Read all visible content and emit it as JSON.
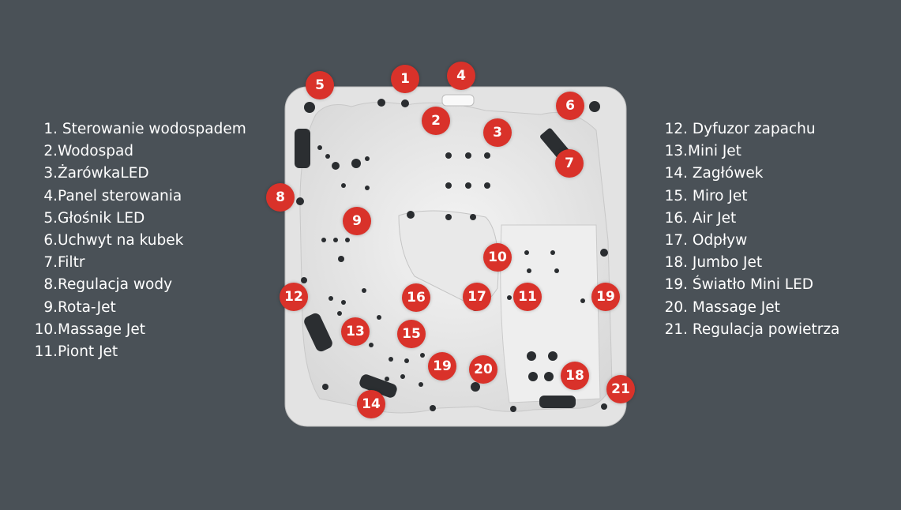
{
  "legend_left": [
    {
      "num": "1.",
      "label": " Sterowanie wodospadem"
    },
    {
      "num": "2.",
      "label": "Wodospad"
    },
    {
      "num": "3.",
      "label": "ŻarówkaLED"
    },
    {
      "num": "4.",
      "label": "Panel sterowania"
    },
    {
      "num": "5.",
      "label": "Głośnik LED"
    },
    {
      "num": "6.",
      "label": "Uchwyt na kubek"
    },
    {
      "num": "7.",
      "label": "Filtr"
    },
    {
      "num": "8.",
      "label": "Regulacja wody"
    },
    {
      "num": "9.",
      "label": "Rota-Jet"
    },
    {
      "num": "10.",
      "label": "Massage Jet"
    },
    {
      "num": "11.",
      "label": "Piont Jet"
    }
  ],
  "legend_right": [
    {
      "num": "12.",
      "label": " Dyfuzor zapachu"
    },
    {
      "num": "13.",
      "label": "Mini Jet"
    },
    {
      "num": "14.",
      "label": " Zagłówek"
    },
    {
      "num": "15.",
      "label": " Miro Jet"
    },
    {
      "num": "16.",
      "label": " Air Jet"
    },
    {
      "num": "17.",
      "label": " Odpływ"
    },
    {
      "num": "18.",
      "label": " Jumbo Jet"
    },
    {
      "num": "19.",
      "label": " Światło Mini LED"
    },
    {
      "num": "20.",
      "label": " Massage Jet"
    },
    {
      "num": "21.",
      "label": " Regulacja powietrza"
    }
  ],
  "markers": [
    "5",
    "1",
    "4",
    "6",
    "2",
    "3",
    "7",
    "8",
    "9",
    "10",
    "12",
    "16",
    "17",
    "11",
    "19",
    "13",
    "15",
    "19",
    "20",
    "18",
    "21",
    "14"
  ],
  "colors": {
    "background": "#4a5157",
    "marker": "#d9322a",
    "text": "#ffffff"
  }
}
